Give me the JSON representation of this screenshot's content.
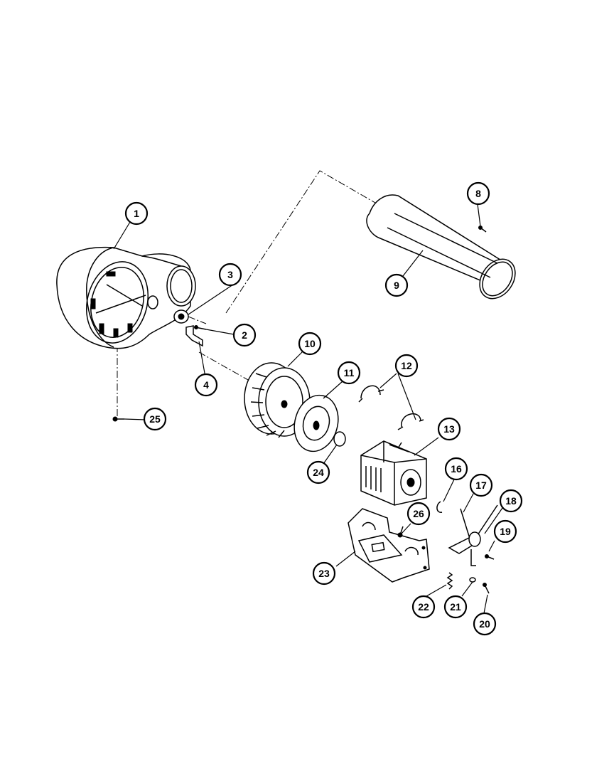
{
  "callouts": [
    {
      "id": "1",
      "label": "1"
    },
    {
      "id": "2",
      "label": "2"
    },
    {
      "id": "3",
      "label": "3"
    },
    {
      "id": "4",
      "label": "4"
    },
    {
      "id": "8",
      "label": "8"
    },
    {
      "id": "9",
      "label": "9"
    },
    {
      "id": "10",
      "label": "10"
    },
    {
      "id": "11",
      "label": "11"
    },
    {
      "id": "12",
      "label": "12"
    },
    {
      "id": "13",
      "label": "13"
    },
    {
      "id": "16",
      "label": "16"
    },
    {
      "id": "17",
      "label": "17"
    },
    {
      "id": "18",
      "label": "18"
    },
    {
      "id": "19",
      "label": "19"
    },
    {
      "id": "20",
      "label": "20"
    },
    {
      "id": "21",
      "label": "21"
    },
    {
      "id": "22",
      "label": "22"
    },
    {
      "id": "23",
      "label": "23"
    },
    {
      "id": "24",
      "label": "24"
    },
    {
      "id": "25",
      "label": "25"
    },
    {
      "id": "26",
      "label": "26"
    }
  ]
}
